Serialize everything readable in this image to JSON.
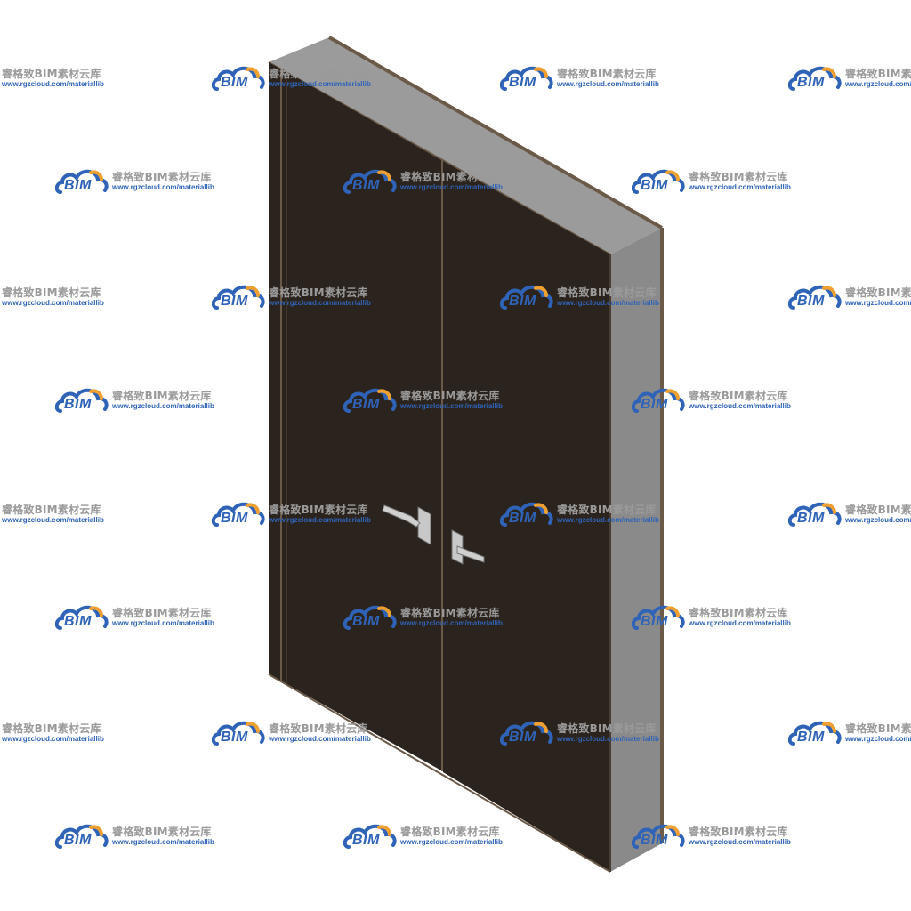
{
  "watermark": {
    "logo_text": "BIM",
    "brand_text": "睿格致BIM素材云库",
    "url_text": "www.rgzcloud.com/materiallib"
  },
  "colors": {
    "background": "#ffffff",
    "door_leaf": "#2b241e",
    "frame_face": "#8a8a8a",
    "frame_top": "#9b9b9b",
    "frame_trim": "#6b5a48",
    "handle": "#c8c8c8",
    "logo_blue": "#2f63b8",
    "logo_orange": "#f0a030",
    "brand_gray": "#9a9a9a"
  },
  "subject": {
    "object_icon": "double-door-icon",
    "handle_icon": "lever-handle-icon"
  }
}
